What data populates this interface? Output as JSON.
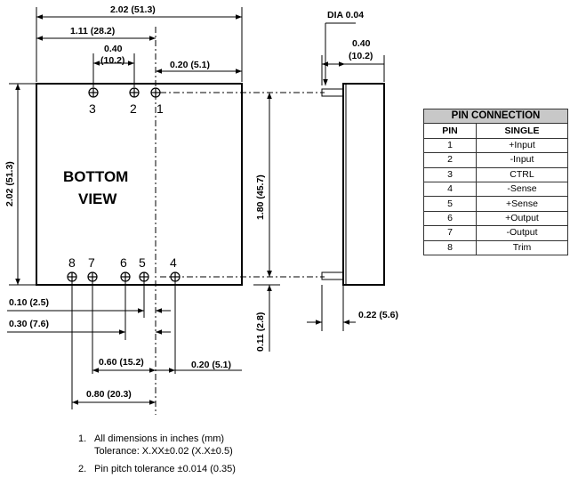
{
  "dimensions": {
    "overall_width": "2.02 (51.3)",
    "pin1_offset": "1.11 (28.2)",
    "top_pin_pitch": "0.40\n(10.2)",
    "top_pin_pitch_l1": "0.40",
    "top_pin_pitch_l2": "(10.2)",
    "pin1_to_edge": "0.20 (5.1)",
    "overall_height": "2.02 (51.3)",
    "pin_row_spacing": "1.80 (45.7)",
    "pin5_offset": "0.10 (2.5)",
    "pin6_offset": "0.30 (7.6)",
    "pin7_offset": "0.60 (15.2)",
    "pin4_offset": "0.20 (5.1)",
    "pin8_offset": "0.80 (20.3)",
    "bottom_row_to_edge": "0.11 (2.8)",
    "pin_diameter": "DIA 0.04",
    "side_pin_length_l1": "0.40",
    "side_pin_length_l2": "(10.2)",
    "body_thickness": "0.22 (5.6)"
  },
  "view_label_line1": "BOTTOM",
  "view_label_line2": "VIEW",
  "top_pins": [
    "3",
    "2",
    "1"
  ],
  "bottom_pins": [
    "8",
    "7",
    "6",
    "5",
    "4"
  ],
  "pin_table": {
    "title": "PIN CONNECTION",
    "col_pin": "PIN",
    "col_single": "SINGLE",
    "rows": [
      {
        "pin": "1",
        "function": "+Input"
      },
      {
        "pin": "2",
        "function": "-Input"
      },
      {
        "pin": "3",
        "function": "CTRL"
      },
      {
        "pin": "4",
        "function": "-Sense"
      },
      {
        "pin": "5",
        "function": "+Sense"
      },
      {
        "pin": "6",
        "function": "+Output"
      },
      {
        "pin": "7",
        "function": "-Output"
      },
      {
        "pin": "8",
        "function": "Trim"
      }
    ]
  },
  "notes": [
    {
      "num": "1.",
      "line1": "All dimensions in inches (mm)",
      "line2": "Tolerance: X.XX±0.02 (X.X±0.5)"
    },
    {
      "num": "2.",
      "line1": "Pin pitch tolerance ±0.014 (0.35)",
      "line2": ""
    }
  ]
}
